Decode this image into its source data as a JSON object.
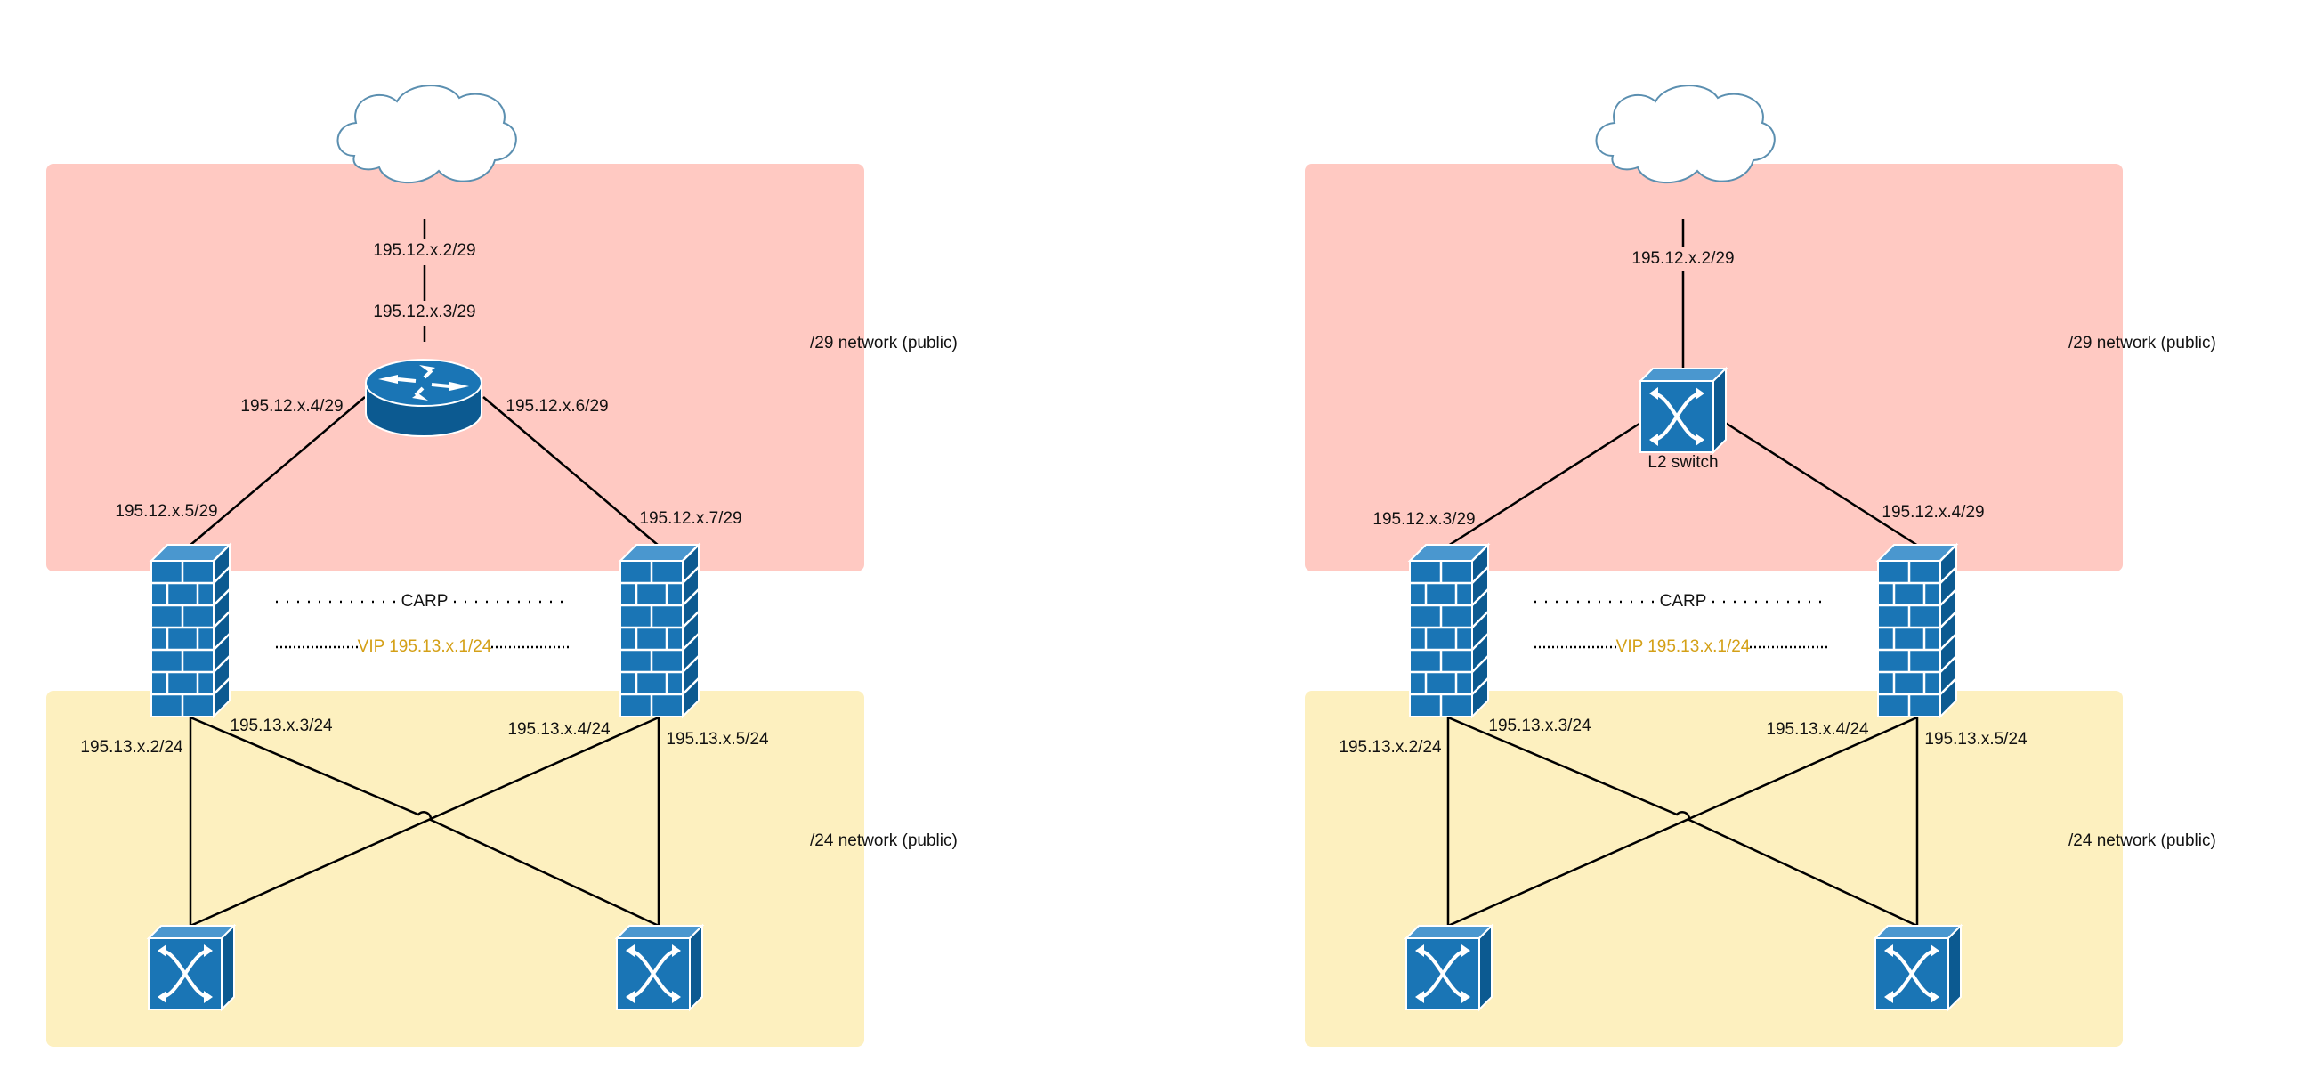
{
  "colors": {
    "public29_zone": "#ffc9c2",
    "public24_zone": "#fdf0bf",
    "device_blue": "#1a75b5",
    "device_dark": "#0c5a91",
    "vip_text": "#d4a017",
    "line": "#000000"
  },
  "icons": [
    "cloud-icon",
    "router-icon",
    "firewall-icon",
    "switch-icon"
  ],
  "left": {
    "zone29_label": "/29 network (public)",
    "zone24_label": "/24 network (public)",
    "uplink_ip_top": "195.12.x.2/29",
    "uplink_ip_router": "195.12.x.3/29",
    "router_ip_left": "195.12.x.4/29",
    "router_ip_right": "195.12.x.6/29",
    "fw_left_ip_top": "195.12.x.5/29",
    "fw_right_ip_top": "195.12.x.7/29",
    "carp_label": "CARP",
    "vip_label": "VIP 195.13.x.1/24",
    "ip_a": "195.13.x.2/24",
    "ip_b": "195.13.x.3/24",
    "ip_c": "195.13.x.4/24",
    "ip_d": "195.13.x.5/24"
  },
  "right": {
    "zone29_label": "/29 network (public)",
    "zone24_label": "/24 network (public)",
    "uplink_ip": "195.12.x.2/29",
    "l2_switch_label": "L2 switch",
    "fw_left_ip_top": "195.12.x.3/29",
    "fw_right_ip_top": "195.12.x.4/29",
    "carp_label": "CARP",
    "vip_label": "VIP 195.13.x.1/24",
    "ip_a": "195.13.x.2/24",
    "ip_b": "195.13.x.3/24",
    "ip_c": "195.13.x.4/24",
    "ip_d": "195.13.x.5/24"
  }
}
